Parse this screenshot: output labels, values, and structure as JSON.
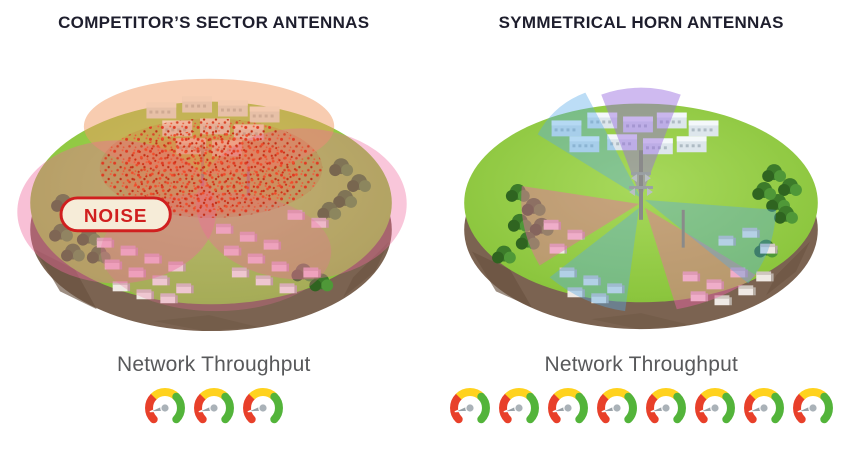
{
  "left": {
    "title": "COMPETITOR’S SECTOR ANTENNAS",
    "noise_label": "NOISE",
    "throughput_label": "Network Throughput",
    "gauges": 3
  },
  "right": {
    "title": "SYMMETRICAL HORN ANTENNAS",
    "throughput_label": "Network Throughput",
    "gauges": 8
  },
  "icons": {
    "gauge": "speedometer-gauge-icon",
    "tree": "tree-icon",
    "house": "house-icon",
    "building": "building-icon"
  },
  "colors": {
    "title_text": "#1e1e2d",
    "throughput_text": "#58595b",
    "noise_red": "#d01f1f",
    "noise_badge_fill": "#f6ecd8",
    "grass_green": "#8cc63e",
    "soil_brown": "#7b6351",
    "gauge_red": "#e8402a",
    "gauge_yellow": "#ffd21e",
    "gauge_green": "#53b43a",
    "beam_pink": "#ef64a8",
    "beam_blue": "#57a9e8",
    "beam_purple": "#9a6fe0",
    "beam_orange": "#f29a62"
  }
}
